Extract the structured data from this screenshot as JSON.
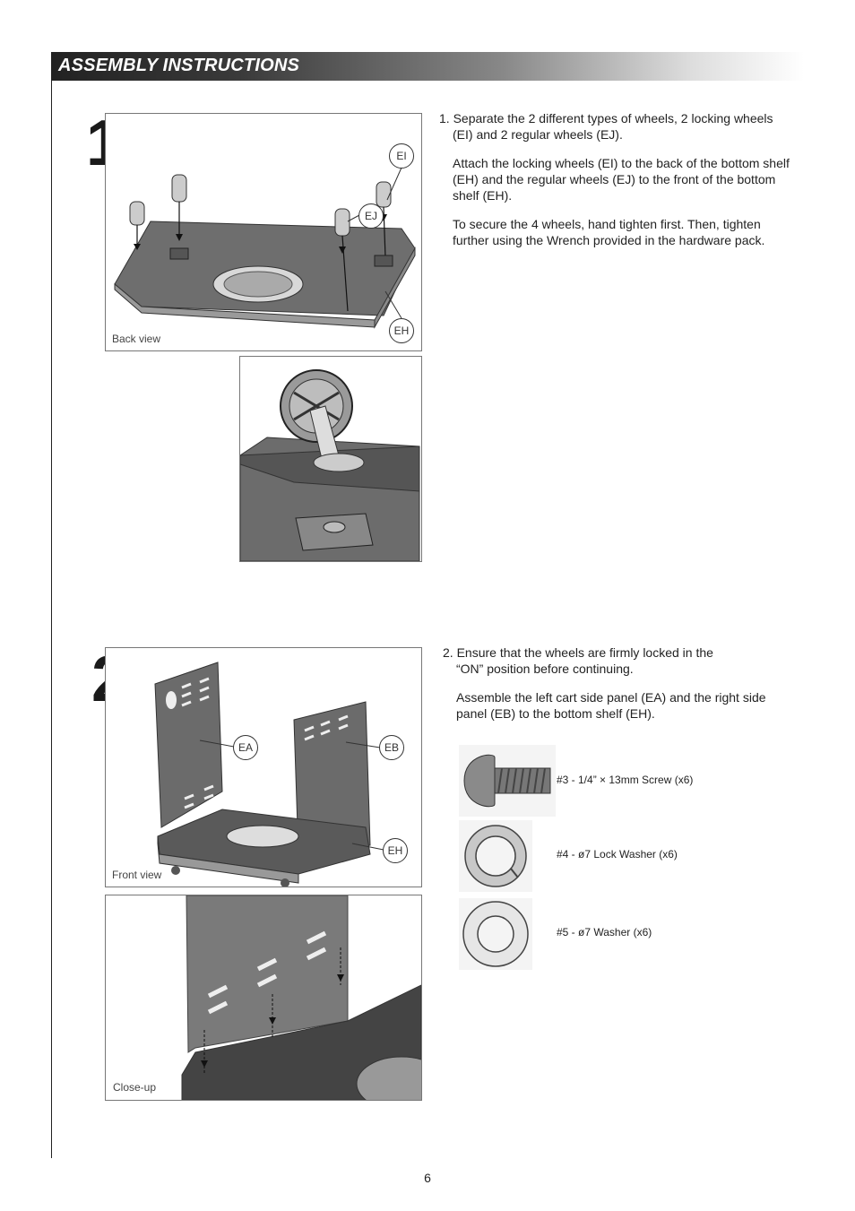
{
  "header": {
    "title": "ASSEMBLY INSTRUCTIONS"
  },
  "step1": {
    "number": "1",
    "caption": "Back view",
    "callouts": {
      "ei": "EI",
      "ej": "EJ",
      "eh": "EH"
    },
    "instruction": "1. Separate the 2 different types of wheels, 2 locking wheels",
    "instruction_cont": "(EI) and 2 regular wheels (EJ).",
    "para2": "Attach the locking wheels (EI) to the back of the bottom shelf (EH) and the regular wheels (EJ) to the front of the bottom shelf (EH).",
    "para3": "To secure the 4 wheels, hand tighten first. Then, tighten further using the Wrench provided in the hardware pack."
  },
  "step2": {
    "number": "2",
    "caption_front": "Front view",
    "caption_close": "Close-up",
    "callouts": {
      "ea": "EA",
      "eb": "EB",
      "eh": "EH"
    },
    "instruction": "2. Ensure that the wheels are firmly locked in the",
    "instruction_cont": "“ON” position before continuing.",
    "para2": "Assemble the left cart side panel (EA) and the right side panel (EB) to the bottom shelf (EH).",
    "hardware": [
      {
        "label": "#3 - 1/4” × 13mm Screw (x6)",
        "icon": "screw-icon"
      },
      {
        "label": "#4 - ø7 Lock Washer (x6)",
        "icon": "lock-washer-icon"
      },
      {
        "label": "#5 - ø7 Washer (x6)",
        "icon": "washer-icon"
      }
    ]
  },
  "page_number": "6"
}
